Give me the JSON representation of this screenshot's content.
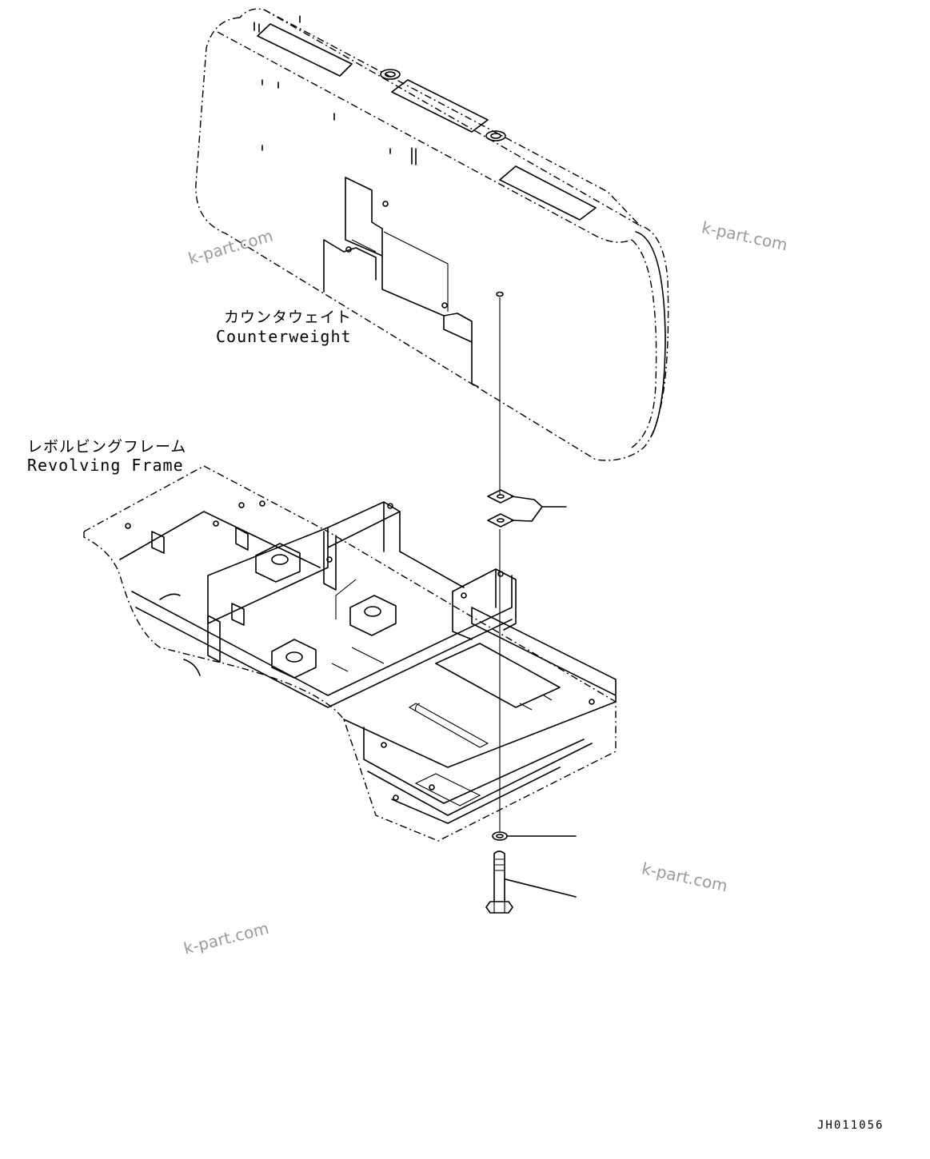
{
  "labels": {
    "counterweight_jp": "カウンタウェイト",
    "counterweight_en": "Counterweight",
    "frame_jp": "レボルビングフレーム",
    "frame_en": "Revolving Frame",
    "drawing_code": "JH011056"
  },
  "watermarks": [
    "k-part.com",
    "k-part.com",
    "k-part.com",
    "k-part.com"
  ]
}
